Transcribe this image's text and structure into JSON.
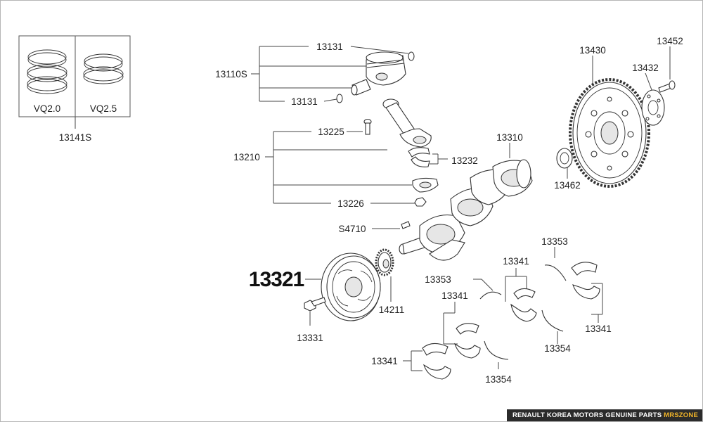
{
  "labels": {
    "p13131_top": "13131",
    "p13110S": "13110S",
    "p13131_bottom": "13131",
    "p13225": "13225",
    "p13210": "13210",
    "p13232": "13232",
    "p13226": "13226",
    "pS4710": "S4710",
    "p13310": "13310",
    "p13430": "13430",
    "p13452": "13452",
    "p13432": "13432",
    "p13462": "13462",
    "p13321": "13321",
    "p14211": "14211",
    "p13331": "13331",
    "p13353_left": "13353",
    "p13341_a": "13341",
    "p13341_b": "13341",
    "p13353_right": "13353",
    "p13341_c": "13341",
    "p13354_right": "13354",
    "p13341_d": "13341",
    "p13354_bottom": "13354",
    "p13141S": "13141S",
    "vq20": "VQ2.0",
    "vq25": "VQ2.5"
  },
  "footer": {
    "brand_text": "RENAULT KOREA MOTORS GENUINE PARTS",
    "brand_accent": "MRSZONE"
  },
  "colors": {
    "accent": "#f0b429",
    "footer_bg": "#2b2b2b"
  }
}
